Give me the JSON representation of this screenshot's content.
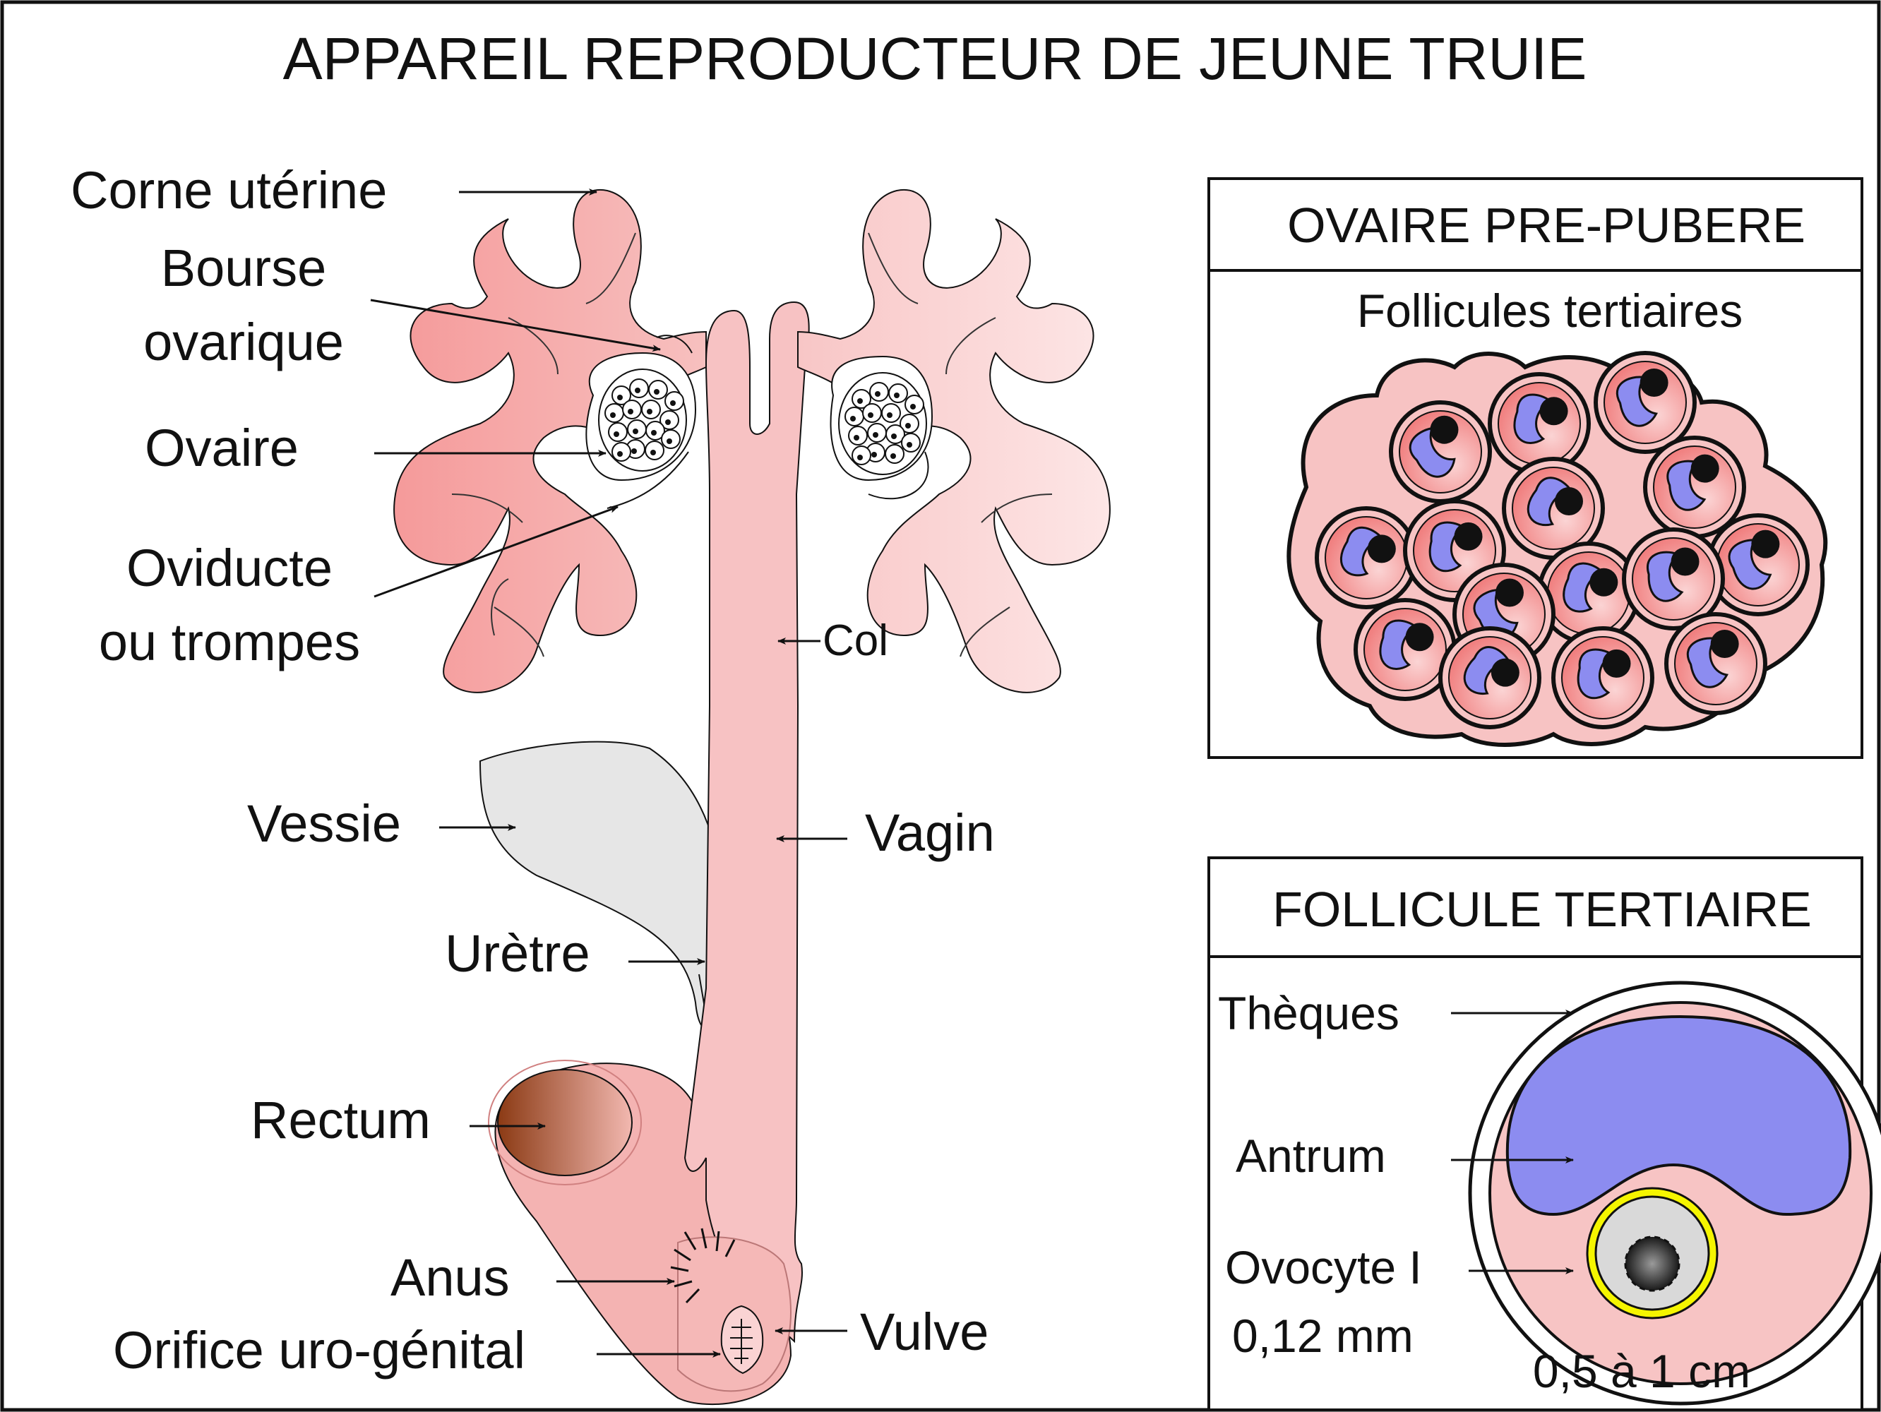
{
  "title": "APPAREIL REPRODUCTEUR DE JEUNE TRUIE",
  "labels": {
    "corne": "Corne utérine",
    "bourse_1": "Bourse",
    "bourse_2": "ovarique",
    "ovaire": "Ovaire",
    "oviducte_1": "Oviducte",
    "oviducte_2": "ou trompes",
    "col": "Col",
    "vessie": "Vessie",
    "vagin": "Vagin",
    "uretre": "Urètre",
    "rectum": "Rectum",
    "anus": "Anus",
    "orifice": "Orifice uro-génital",
    "vulve": "Vulve"
  },
  "ovaire_panel": {
    "title": "OVAIRE PRE-PUBERE",
    "subtitle": "Follicules tertiaires"
  },
  "follicule_panel": {
    "title": "FOLLICULE TERTIAIRE",
    "theques": "Thèques",
    "antrum": "Antrum",
    "ovocyte": "Ovocyte I",
    "ovocyte_size": "0,12 mm",
    "follicle_size": "0,5 à 1 cm"
  },
  "colors": {
    "uterus": "#f4a9a8",
    "vagina": "#f7c2c3",
    "bladder": "#e6e6e6",
    "rectum_lumen": "#8b3a14",
    "antrum": "#8c8cf0",
    "zona": "#f5f500",
    "outline": "#111111"
  }
}
